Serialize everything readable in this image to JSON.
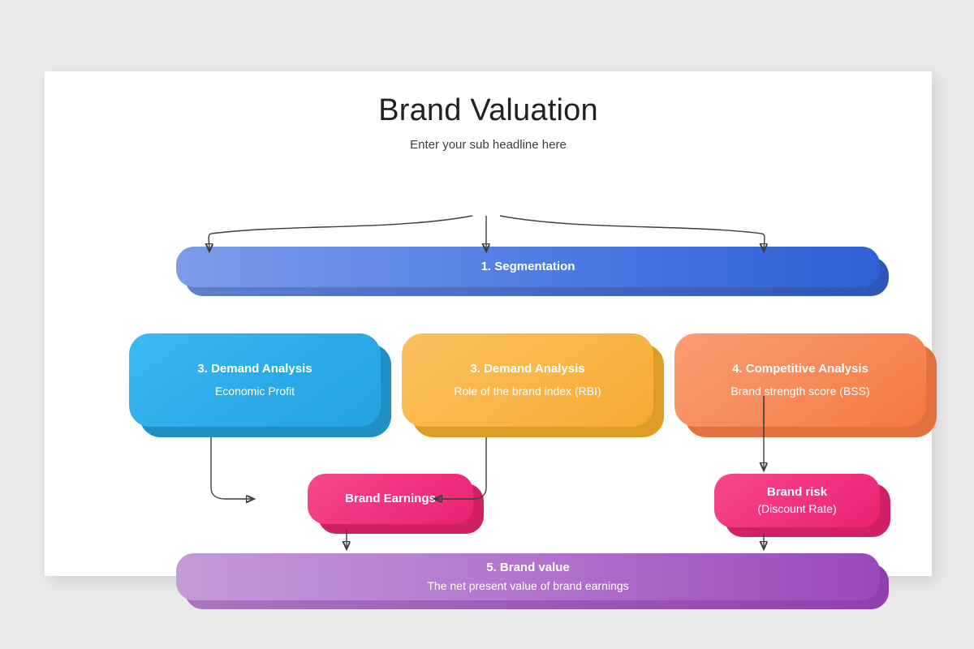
{
  "slide": {
    "title": "Brand Valuation",
    "subtitle": "Enter your sub headline here"
  },
  "colors": {
    "background": "#e9e9ea",
    "slide": "#ffffff",
    "segmentation": "#4c7ae4",
    "demand_economic": "#2aabe8",
    "demand_rbi": "#f9b64a",
    "competitive": "#f78b5a",
    "earnings": "#f23381",
    "risk": "#f23381",
    "brand_value": "#b274cd",
    "connector": "#3d3d3d"
  },
  "diagram_data": {
    "type": "flowchart",
    "nodes": [
      {
        "id": "segmentation",
        "title": "1. Segmentation",
        "subtitle": "",
        "color": "#4c7ae4",
        "level": 1
      },
      {
        "id": "demand_economic",
        "title": "3. Demand Analysis",
        "subtitle": "Economic Profit",
        "color": "#2aabe8",
        "level": 2
      },
      {
        "id": "demand_rbi",
        "title": "3. Demand Analysis",
        "subtitle": "Role of the brand index (RBI)",
        "color": "#f9b64a",
        "level": 2
      },
      {
        "id": "competitive",
        "title": "4. Competitive Analysis",
        "subtitle": "Brand strength score (BSS)",
        "color": "#f78b5a",
        "level": 2
      },
      {
        "id": "brand_earnings",
        "title": "Brand Earnings",
        "subtitle": "",
        "color": "#f23381",
        "level": 3
      },
      {
        "id": "brand_risk",
        "title": "Brand risk",
        "subtitle": "(Discount Rate)",
        "color": "#f23381",
        "level": 3
      },
      {
        "id": "brand_value",
        "title": "5. Brand value",
        "subtitle": "The net present value of brand earnings",
        "color": "#b274cd",
        "level": 4
      }
    ],
    "edges": [
      {
        "from": "segmentation",
        "to": "demand_economic",
        "style": "curved"
      },
      {
        "from": "segmentation",
        "to": "demand_rbi",
        "style": "straight"
      },
      {
        "from": "segmentation",
        "to": "competitive",
        "style": "curved"
      },
      {
        "from": "demand_economic",
        "to": "brand_earnings",
        "style": "elbow"
      },
      {
        "from": "demand_rbi",
        "to": "brand_earnings",
        "style": "elbow"
      },
      {
        "from": "competitive",
        "to": "brand_risk",
        "style": "straight"
      },
      {
        "from": "brand_earnings",
        "to": "brand_value",
        "style": "straight"
      },
      {
        "from": "brand_risk",
        "to": "brand_value",
        "style": "straight"
      }
    ]
  }
}
